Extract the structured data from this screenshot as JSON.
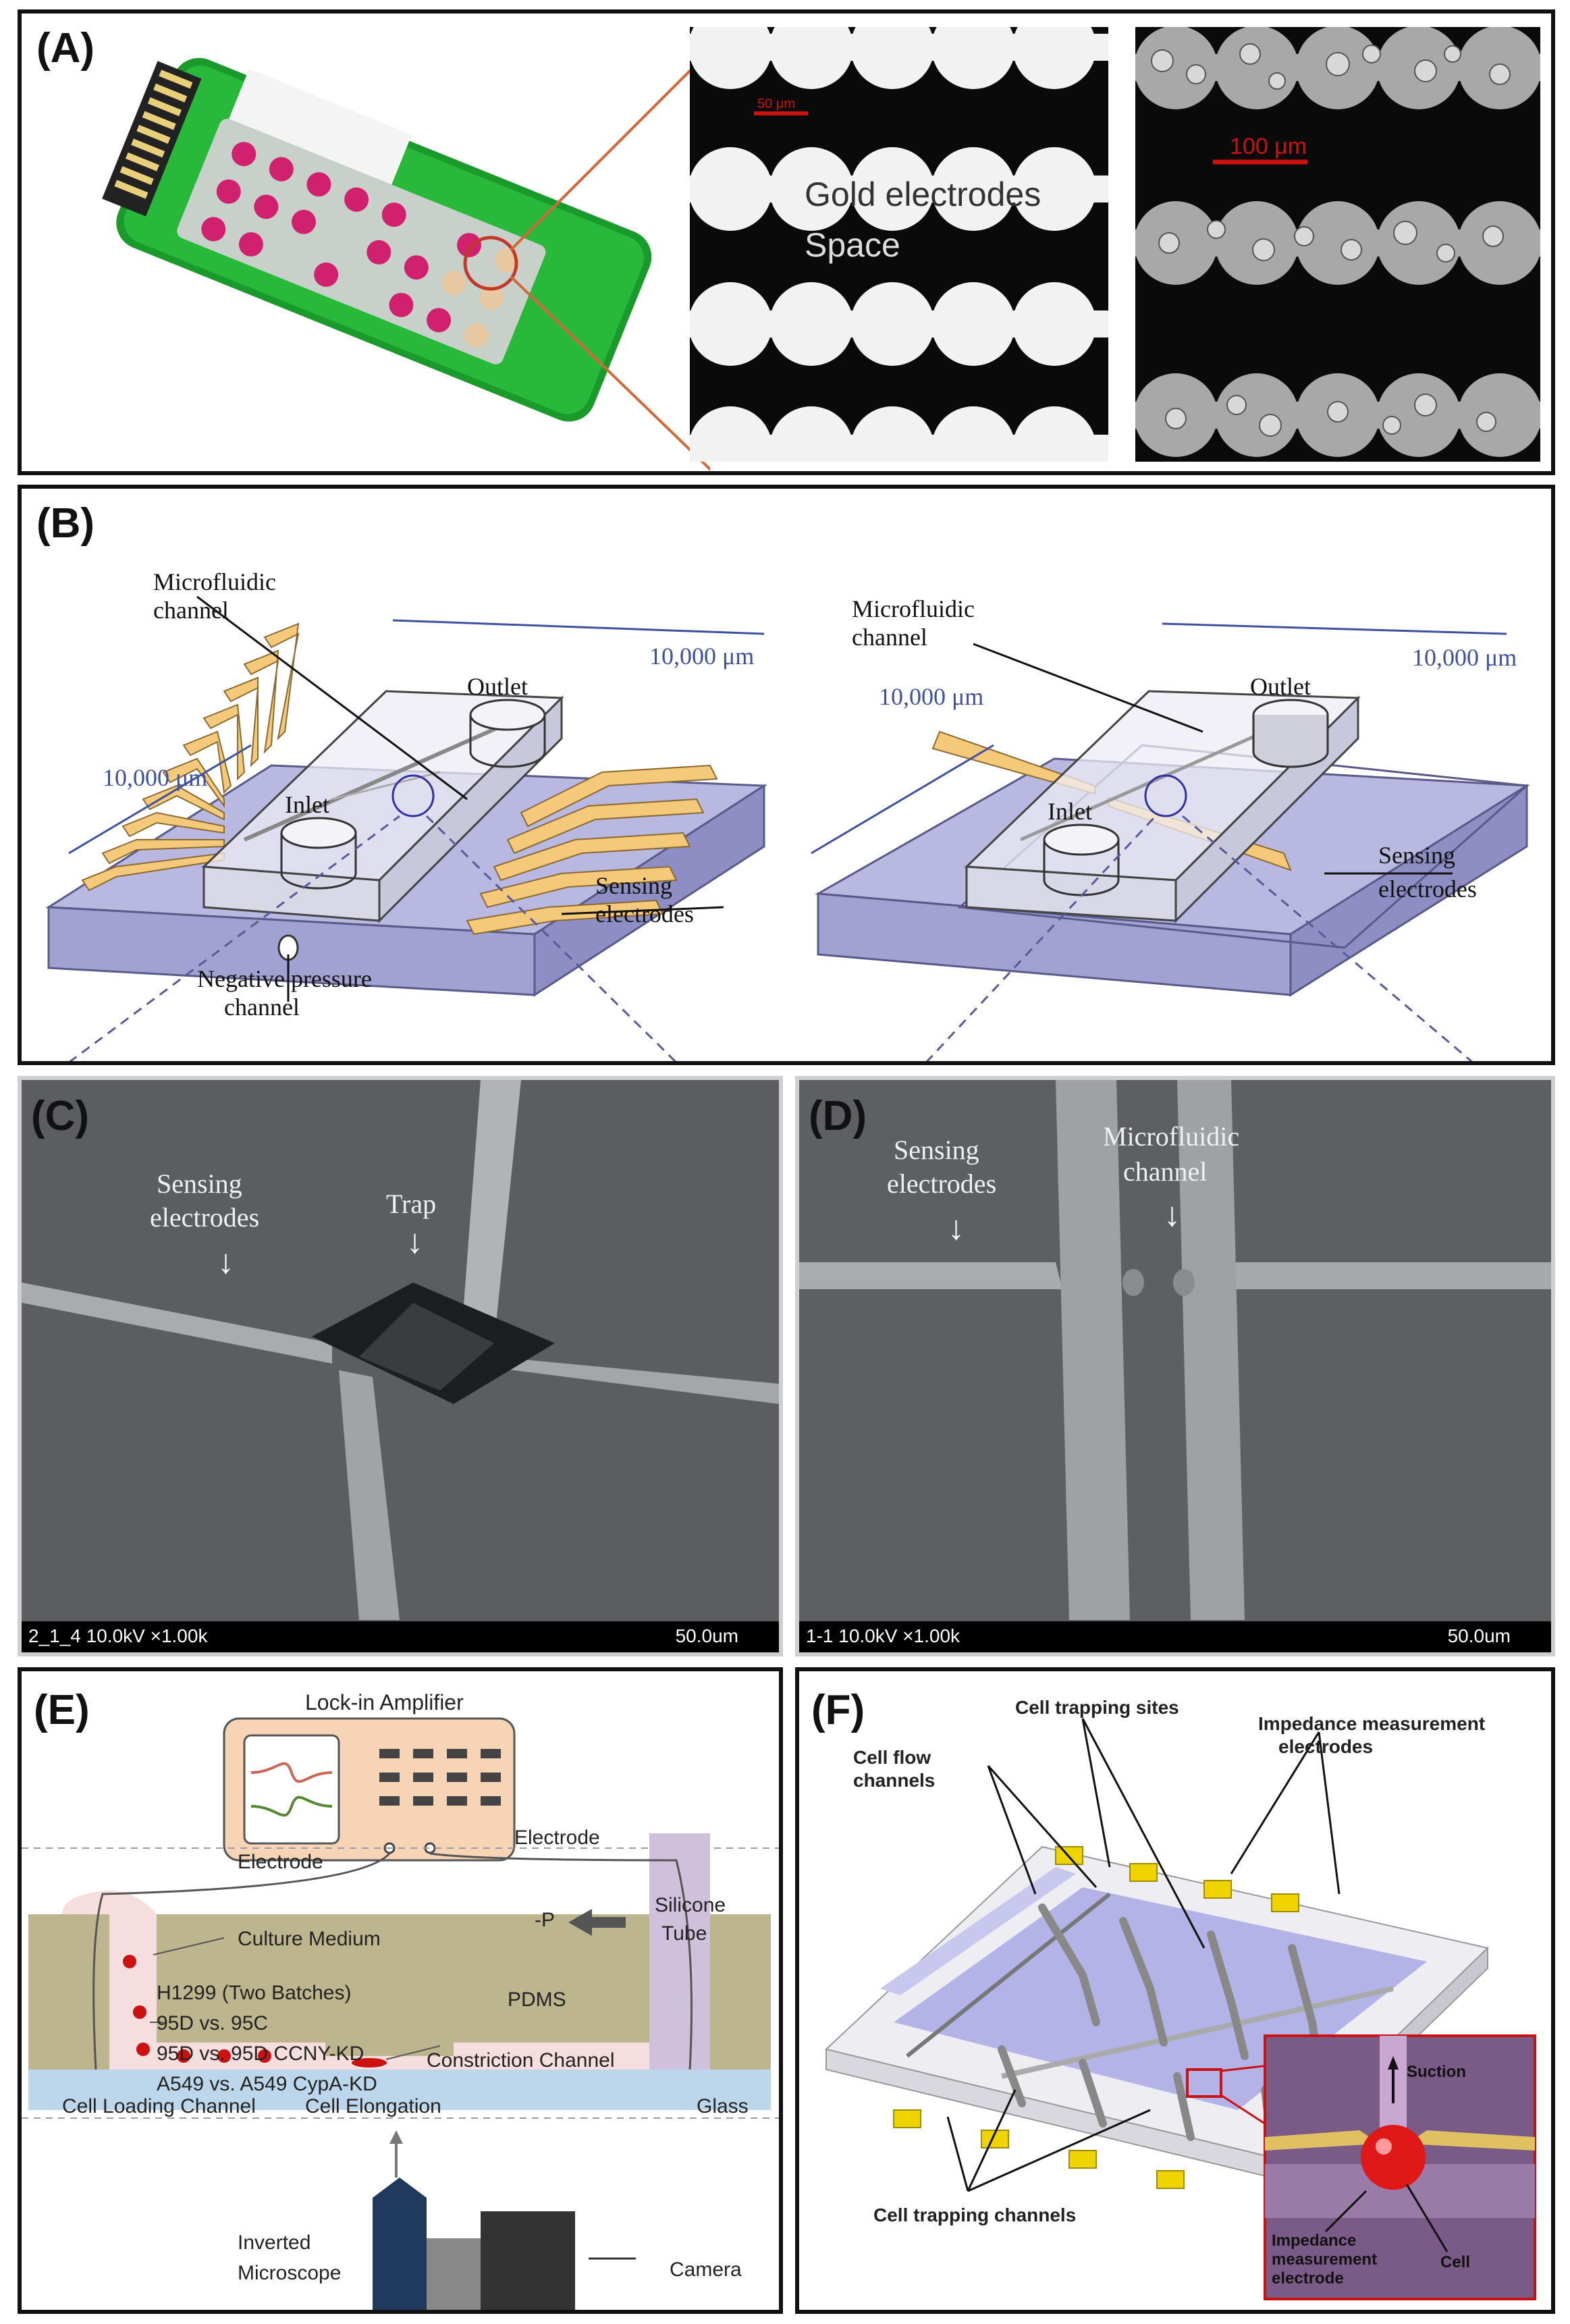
{
  "panels": {
    "a": {
      "label": "(A)",
      "micro_scale": "50 μm",
      "micro_text1": "Gold electrodes",
      "micro_text2": "Space",
      "cells_scale": "100 μm"
    },
    "b": {
      "label": "(B)",
      "left": {
        "channel1": "Microfluidic",
        "channel2": "channel",
        "outlet": "Outlet",
        "inlet": "Inlet",
        "dim_right": "10,000 μm",
        "dim_left": "10,000 μm",
        "sensing1": "Sensing",
        "sensing2": "electrodes",
        "neg1": "Negative pressure",
        "neg2": "channel"
      },
      "right": {
        "channel1": "Microfluidic",
        "channel2": "channel",
        "outlet": "Outlet",
        "inlet": "Inlet",
        "dim_right": "10,000 μm",
        "dim_left": "10,000 μm",
        "sensing1": "Sensing",
        "sensing2": "electrodes"
      }
    },
    "c": {
      "label": "(C)",
      "sensing1": "Sensing",
      "sensing2": "electrodes",
      "trap": "Trap",
      "bar_left": "2_1_4 10.0kV ×1.00k",
      "bar_right": "50.0um"
    },
    "d": {
      "label": "(D)",
      "sensing1": "Sensing",
      "sensing2": "electrodes",
      "channel1": "Microfluidic",
      "channel2": "channel",
      "bar_left": "1-1 10.0kV ×1.00k",
      "bar_right": "50.0um"
    },
    "e": {
      "label": "(E)",
      "amp": "Lock-in Amplifier",
      "electrode_left": "Electrode",
      "electrode_right": "Electrode",
      "minus_p": "-P",
      "tube1": "Silicone",
      "tube2": "Tube",
      "medium": "Culture Medium",
      "pdms": "PDMS",
      "lines": [
        "H1299 (Two Batches)",
        "95D vs. 95C",
        "95D vs. 95D CCNY-KD",
        "A549 vs. A549 CypA-KD"
      ],
      "constriction": "Constriction Channel",
      "loading": "Cell Loading Channel",
      "elongation": "Cell Elongation",
      "glass": "Glass",
      "microscope1": "Inverted",
      "microscope2": "Microscope",
      "camera": "Camera"
    },
    "f": {
      "label": "(F)",
      "trap_sites": "Cell trapping sites",
      "imp1": "Impedance measurement",
      "imp2": "electrodes",
      "flow1": "Cell flow",
      "flow2": "channels",
      "trap_channels": "Cell trapping channels",
      "suction": "Suction",
      "imp_e1": "Impedance",
      "imp_e2": "measurement",
      "imp_e3": "electrode",
      "cell": "Cell"
    }
  },
  "colors": {
    "gold": "#f5c97a",
    "slab": "#b8b8e0",
    "pdms": "#bdb58e",
    "glass": "#bcd6ec",
    "medium": "#f6dede",
    "tube": "#cfc0dc",
    "amp": "#f8d4b6",
    "dot": "#cc1111"
  }
}
